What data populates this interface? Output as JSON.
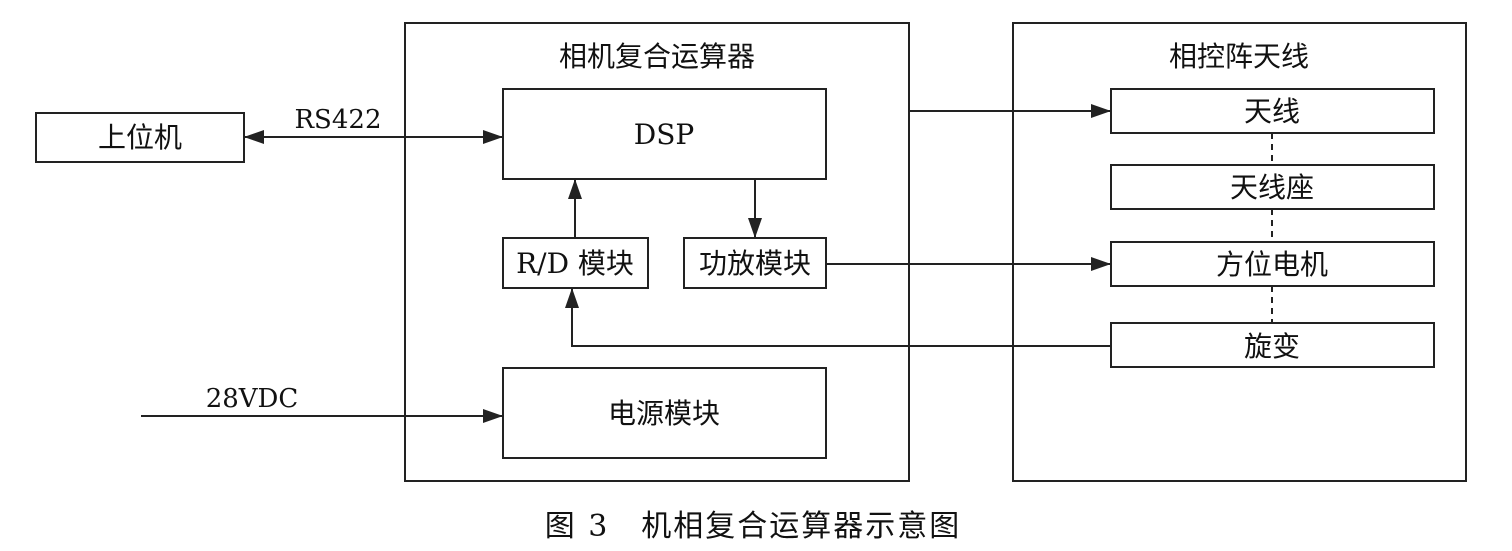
{
  "containers": {
    "camera_unit": "相机复合运算器",
    "antenna_unit": "相控阵天线"
  },
  "blocks": {
    "host": "上位机",
    "dsp": "DSP",
    "rd": "R/D 模块",
    "amp": "功放模块",
    "power": "电源模块",
    "antenna": "天线",
    "antenna_mount": "天线座",
    "motor": "方位电机",
    "resolver": "旋变"
  },
  "signals": {
    "rs422": "RS422",
    "vdc": "28VDC"
  },
  "caption": "图 3　机相复合运算器示意图"
}
